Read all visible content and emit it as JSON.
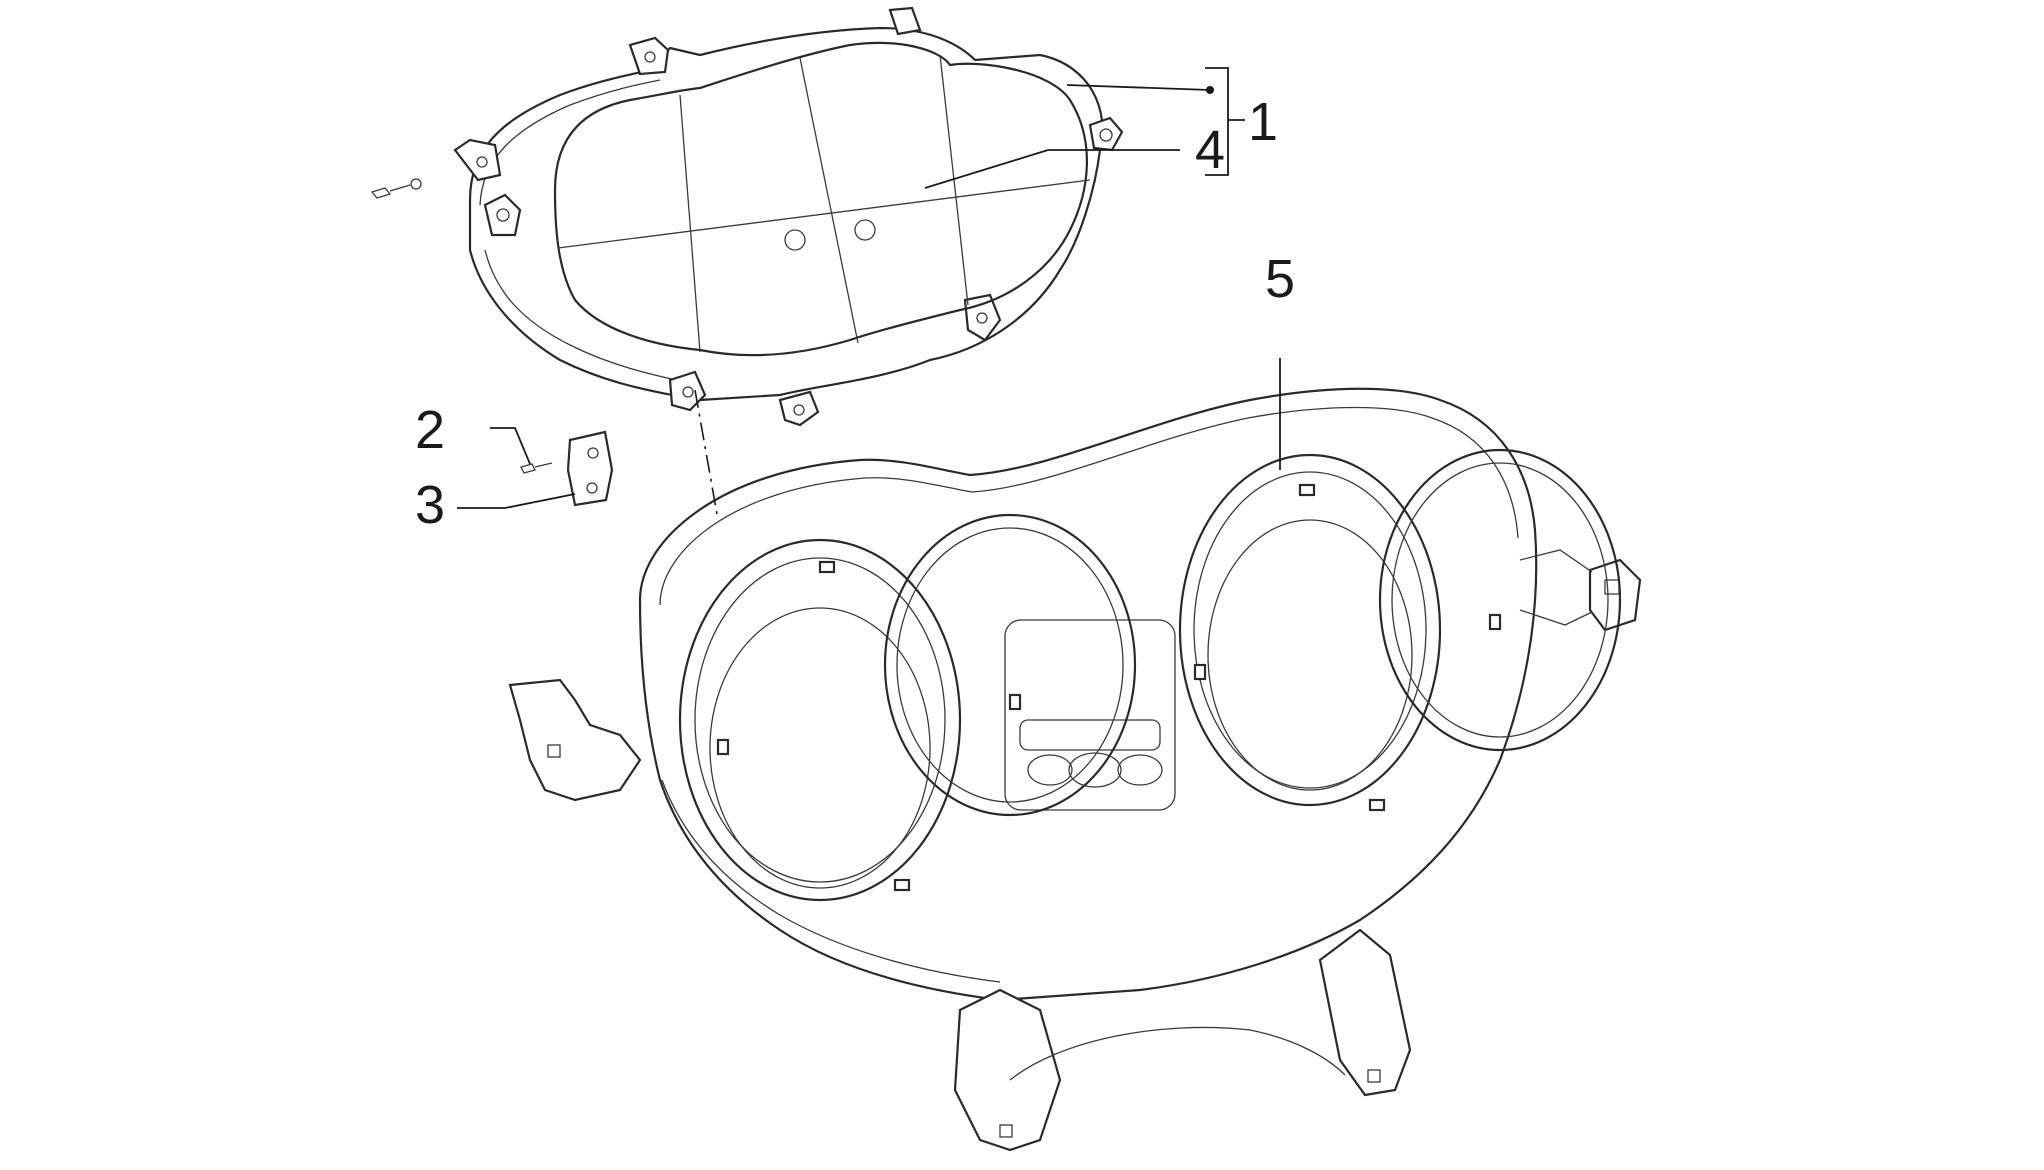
{
  "callouts": [
    {
      "id": "1",
      "label": "1"
    },
    {
      "id": "2",
      "label": "2"
    },
    {
      "id": "3",
      "label": "3"
    },
    {
      "id": "4",
      "label": "4"
    },
    {
      "id": "5",
      "label": "5"
    }
  ],
  "parts": {
    "instrument_cluster": {
      "callout": "1"
    },
    "screw": {
      "callout": "2"
    },
    "bracket": {
      "callout": "3"
    },
    "lens_cover": {
      "callout": "4"
    },
    "dashboard_cover": {
      "callout": "5"
    }
  },
  "colors": {
    "line": "#2a2a2a",
    "background": "#ffffff"
  }
}
